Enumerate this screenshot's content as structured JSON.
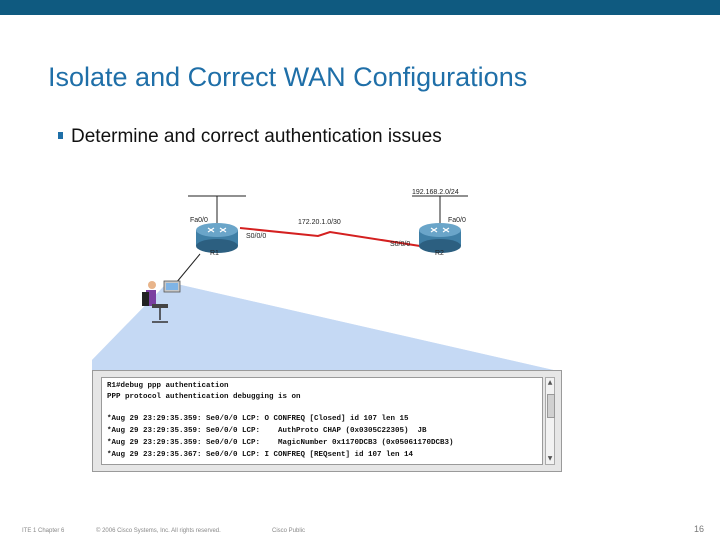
{
  "slide": {
    "title": "Isolate and Correct WAN Configurations",
    "bullet": "Determine and correct authentication issues"
  },
  "diagram": {
    "routers": [
      {
        "name": "R1",
        "lan_interface": "Fa0/0",
        "wan_interface": "S0/0/0"
      },
      {
        "name": "R2",
        "lan_interface": "Fa0/0",
        "wan_interface": "S0/0/0"
      }
    ],
    "wan_network": "172.20.1.0/30",
    "r2_lan_network": "192.168.2.0/24",
    "colors": {
      "router": "#3f7fa6",
      "serial_link": "#d42020",
      "view_cone": "#a9c7ef"
    }
  },
  "terminal": {
    "lines": [
      "R1#debug ppp authentication",
      "PPP protocol authentication debugging is on",
      "",
      "*Aug 29 23:29:35.359: Se0/0/0 LCP: O CONFREQ [Closed] id 107 len 15",
      "*Aug 29 23:29:35.359: Se0/0/0 LCP:    AuthProto CHAP (0x0305C22305)  JB",
      "*Aug 29 23:29:35.359: Se0/0/0 LCP:    MagicNumber 0x1170DCB3 (0x05061170DCB3)",
      "*Aug 29 23:29:35.367: Se0/0/0 LCP: I CONFREQ [REQsent] id 107 len 14"
    ]
  },
  "footer": {
    "course": "ITE 1 Chapter 6",
    "copyright": "© 2006 Cisco Systems, Inc. All rights reserved.",
    "classification": "Cisco Public",
    "page": "16"
  }
}
